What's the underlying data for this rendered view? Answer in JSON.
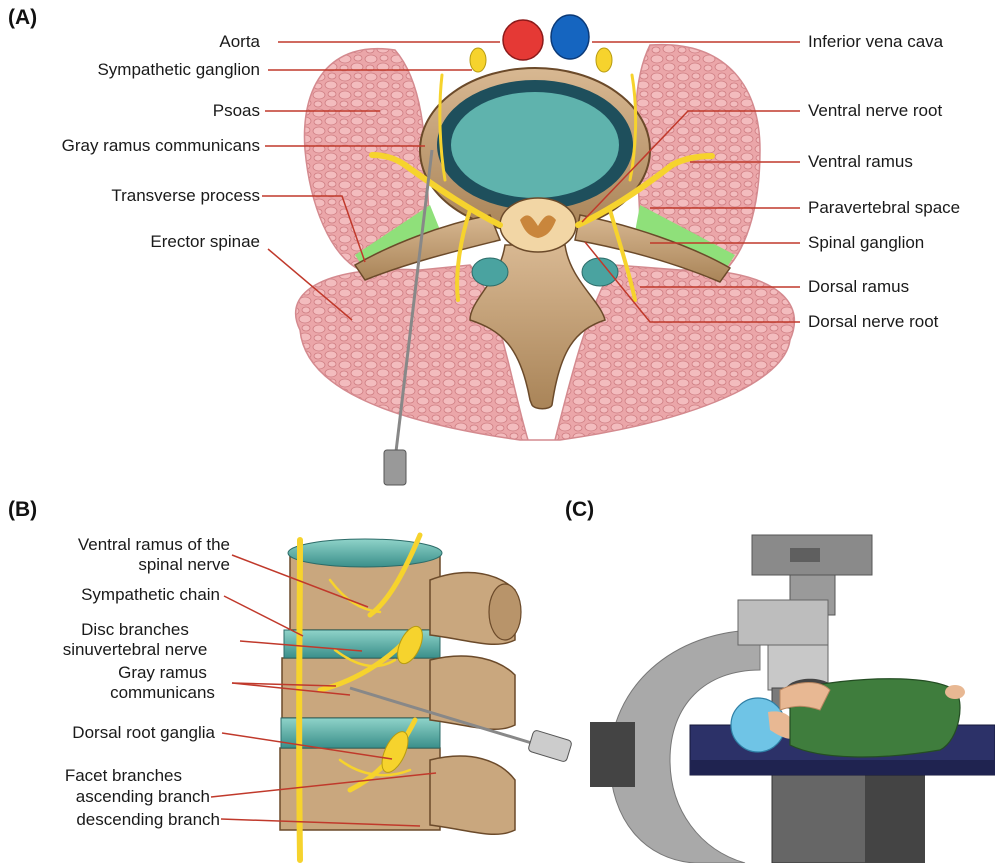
{
  "panels": {
    "a": {
      "label": "(A)",
      "left_labels": [
        "Aorta",
        "Sympathetic ganglion",
        "Psoas",
        "Gray ramus communicans",
        "Transverse process",
        "Erector spinae"
      ],
      "right_labels": [
        "Inferior vena cava",
        "Ventral nerve root",
        "Ventral ramus",
        "Paravertebral space",
        "Spinal ganglion",
        "Dorsal ramus",
        "Dorsal nerve root"
      ]
    },
    "b": {
      "label": "(B)",
      "labels": {
        "ventral_ramus": "Ventral ramus of the spinal nerve",
        "sympathetic_chain": "Sympathetic chain",
        "disc_branches": "Disc branches sinuvertebral nerve",
        "gray_ramus": "Gray ramus communicans",
        "drg": "Dorsal root ganglia",
        "facet": "Facet branches",
        "ascending": "ascending branch",
        "descending": "descending branch"
      }
    },
    "c": {
      "label": "(C)"
    }
  },
  "colors": {
    "leader_line": "#c0392b",
    "aorta": "#e53935",
    "ivc": "#1565c0",
    "muscle": "#eaa5a8",
    "bone": "#c9a27a",
    "nerve": "#f6d32d",
    "paravertebral": "#8fe07a",
    "disc": "#4aa3a0"
  }
}
